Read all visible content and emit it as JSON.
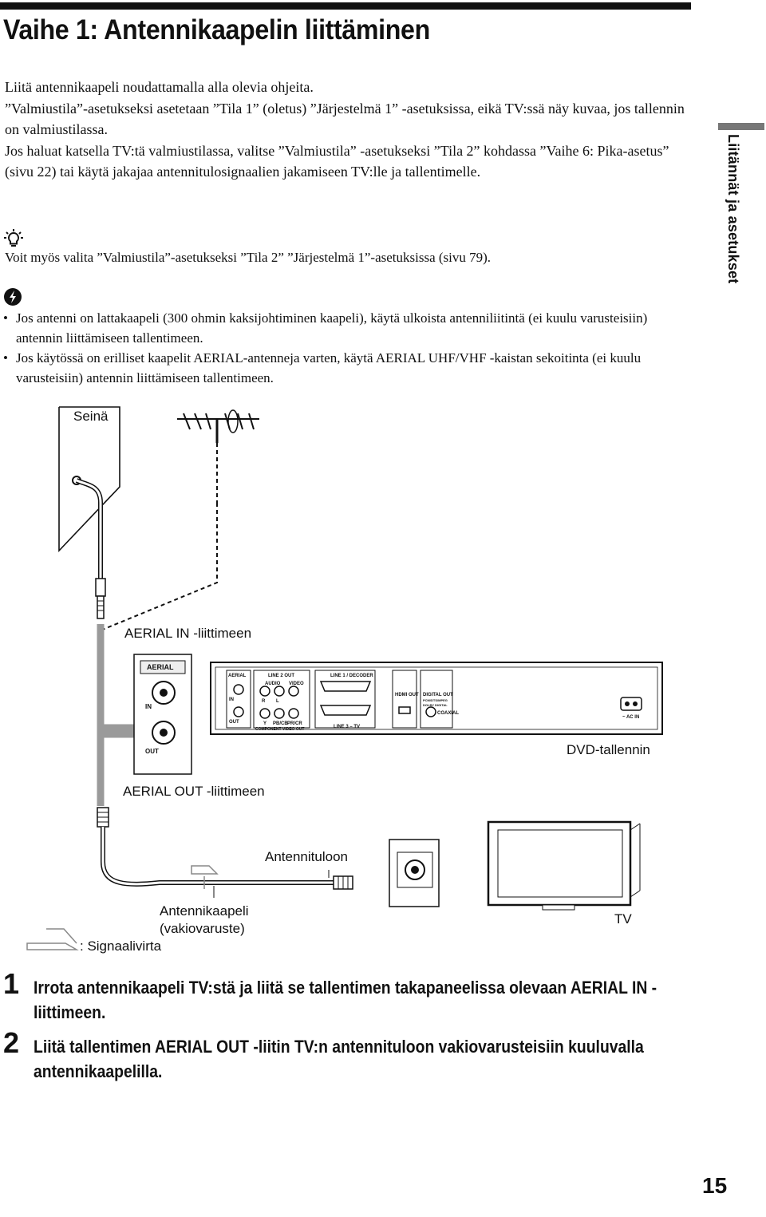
{
  "page": {
    "title": "Vaihe 1: Antennikaapelin liittäminen",
    "side_tab": "Liitännät ja asetukset",
    "page_number": "15"
  },
  "intro": [
    "Liitä antennikaapeli noudattamalla alla olevia ohjeita.",
    "”Valmiustila”-asetukseksi asetetaan ”Tila 1” (oletus) ”Järjestelmä 1” -asetuksissa, eikä TV:ssä näy kuvaa, jos tallennin on valmiustilassa.",
    "Jos haluat katsella TV:tä valmiustilassa, valitse ”Valmiustila” -asetukseksi ”Tila 2” kohdassa ”Vaihe 6: Pika-asetus” (sivu 22) tai käytä jakajaa antennitulosignaalien jakamiseen TV:lle ja tallentimelle."
  ],
  "hint": {
    "icon": "lightbulb-icon",
    "text": "Voit myös valita ”Valmiustila”-asetukseksi ”Tila 2” ”Järjestelmä 1”-asetuksissa (sivu 79)."
  },
  "notes": {
    "icon": "note-icon",
    "items": [
      "Jos antenni on lattakaapeli (300 ohmin kaksijohtiminen kaapeli), käytä ulkoista antenniliitintä (ei kuulu varusteisiin) antennin liittämiseen tallentimeen.",
      "Jos käytössä on erilliset kaapelit AERIAL-antenneja varten, käytä AERIAL UHF/VHF -kaistan sekoitinta (ei kuulu varusteisiin) antennin liittämiseen tallentimeen."
    ]
  },
  "diagram": {
    "wall_label": "Seinä",
    "aerial_in_label": "AERIAL IN -liittimeen",
    "aerial_out_label": "AERIAL OUT -liittimeen",
    "recorder_label": "DVD-tallennin",
    "antenna_input_label": "Antennituloon",
    "cable_label_line1": "Antennikaapeli",
    "cable_label_line2": "(vakiovaruste)",
    "signal_label": ": Signaalivirta",
    "tv_label": "TV",
    "panel": {
      "aerial": "AERIAL",
      "in": "IN",
      "out": "OUT",
      "line2_out": "LINE 2 OUT",
      "line1_decoder": "LINE 1 / DECODER",
      "line3_tv": "LINE 3 – TV",
      "audio": "AUDIO",
      "video": "VIDEO",
      "r": "R",
      "l": "L",
      "component_video_out": "COMPONENT VIDEO OUT",
      "hdmi_out": "HDMI OUT",
      "digital_out": "DIGITAL OUT",
      "coaxial": "COAXIAL",
      "ac_in": "~ AC IN",
      "y": "Y",
      "pb_cb": "PB/CB",
      "pr_cr": "PR/CR",
      "pcm": "PCM/DTS/MPEG",
      "dolby": "DOLBY DIGITAL"
    }
  },
  "steps": [
    {
      "number": "1",
      "text": "Irrota antennikaapeli TV:stä ja liitä se tallentimen takapaneelissa olevaan AERIAL IN -liittimeen."
    },
    {
      "number": "2",
      "text": "Liitä tallentimen AERIAL OUT -liitin TV:n antennituloon vakiovarusteisiin kuuluvalla antennikaapelilla."
    }
  ]
}
